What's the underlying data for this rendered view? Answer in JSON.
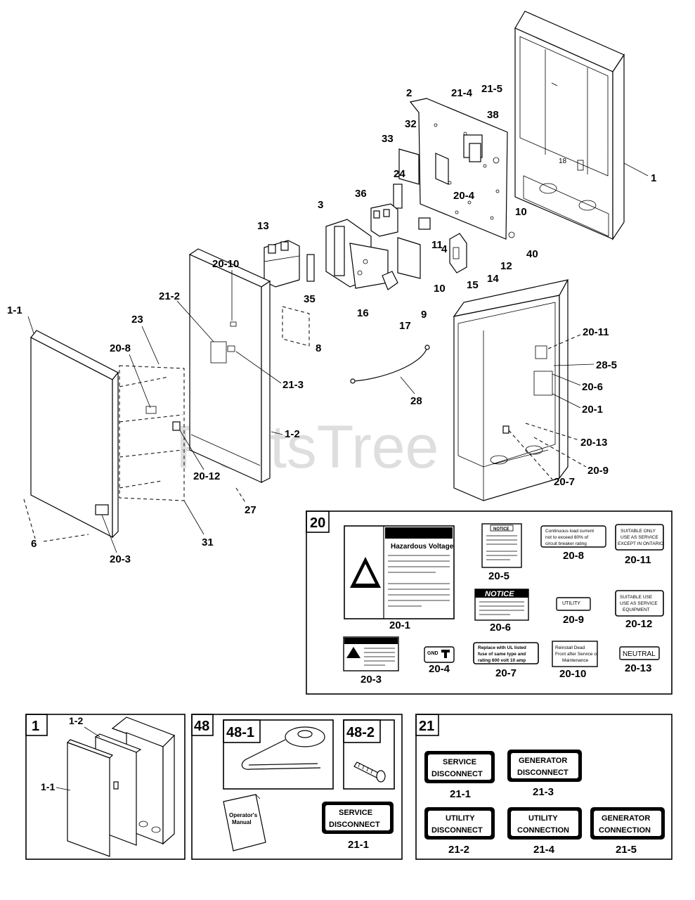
{
  "watermark": "PartsTree",
  "callouts": {
    "c1": "1",
    "c18": "18",
    "c2": "2",
    "c21_4": "21-4",
    "c21_5": "21-5",
    "c38": "38",
    "c32": "32",
    "c33": "33",
    "c24": "24",
    "c20_4": "20-4",
    "c10a": "10",
    "c36": "36",
    "c3": "3",
    "c13": "13",
    "c11": "11",
    "c40": "40",
    "c12": "12",
    "c4": "4",
    "c14": "14",
    "c15": "15",
    "c10b": "10",
    "c20_10": "20-10",
    "c35": "35",
    "c16": "16",
    "c9": "9",
    "c17": "17",
    "c21_2": "21-2",
    "c1_1": "1-1",
    "c23": "23",
    "c8": "8",
    "c20_8": "20-8",
    "c21_3": "21-3",
    "c28": "28",
    "c20_11": "20-11",
    "c28_5": "28-5",
    "c20_6": "20-6",
    "c20_1": "20-1",
    "c1_2": "1-2",
    "c20_13": "20-13",
    "c20_12": "20-12",
    "c20_9": "20-9",
    "c20_7": "20-7",
    "c27": "27",
    "c6": "6",
    "c31": "31",
    "c20_3": "20-3"
  },
  "decal_box": {
    "number": "20",
    "d20_1": {
      "label": "20-1",
      "title": "Hazardous Voltage"
    },
    "d20_5": {
      "label": "20-5",
      "title": "NOTICE"
    },
    "d20_8": {
      "label": "20-8",
      "line1": "Continuous load current",
      "line2": "not to exceed 80% of",
      "line3": "circuit breaker rating"
    },
    "d20_11": {
      "label": "20-11",
      "line1": "SUITABLE   ONLY",
      "line2": "USE AS SERVICE",
      "line3": "EXCEPT IN ONTARIO"
    },
    "d20_6": {
      "label": "20-6",
      "title": "NOTICE"
    },
    "d20_9": {
      "label": "20-9",
      "line1": "UTILITY"
    },
    "d20_12": {
      "label": "20-12",
      "line1": "SUITABLE   USE",
      "line2": "USE AS SERVICE",
      "line3": "EQUIPMENT"
    },
    "d20_3": {
      "label": "20-3"
    },
    "d20_4": {
      "label": "20-4",
      "text": "GND"
    },
    "d20_7": {
      "label": "20-7",
      "line1": "Replace with UL listed",
      "line2": "fuse of same type and",
      "line3": "rating 600 volt 10 amp"
    },
    "d20_10": {
      "label": "20-10",
      "line1": "Reinstall Dead",
      "line2": "Front after Service or",
      "line3": "Maintenance"
    },
    "d20_13": {
      "label": "20-13",
      "text": "NEUTRAL"
    }
  },
  "box1": {
    "number": "1",
    "l1_2": "1-2",
    "l1_1": "1-1"
  },
  "box48": {
    "number": "48",
    "sub1": "48-1",
    "sub2": "48-2",
    "manual_l1": "Operator's",
    "manual_l2": "Manual",
    "decal_l1": "SERVICE",
    "decal_l2": "DISCONNECT",
    "decal_label": "21-1"
  },
  "box21": {
    "number": "21",
    "d1": {
      "l1": "SERVICE",
      "l2": "DISCONNECT",
      "label": "21-1"
    },
    "d3": {
      "l1": "GENERATOR",
      "l2": "DISCONNECT",
      "label": "21-3"
    },
    "d2": {
      "l1": "UTILITY",
      "l2": "DISCONNECT",
      "label": "21-2"
    },
    "d4": {
      "l1": "UTILITY",
      "l2": "CONNECTION",
      "label": "21-4"
    },
    "d5": {
      "l1": "GENERATOR",
      "l2": "CONNECTION",
      "label": "21-5"
    }
  }
}
